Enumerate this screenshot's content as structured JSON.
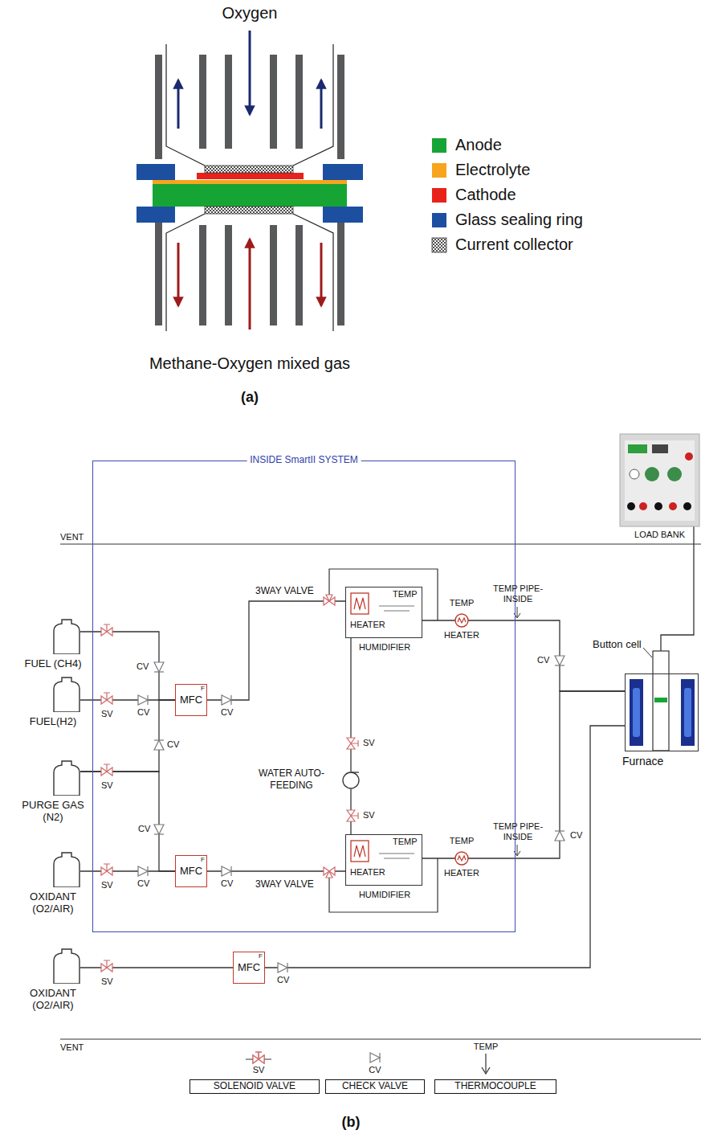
{
  "diagram": {
    "nodes": [
      {
        "text": [
          "INSIDE SmartII SYSTEM"
        ]
      },
      {
        "text": [
          "FUEL (CH4)"
        ]
      },
      {
        "text": [
          "FUEL(H2)"
        ]
      },
      {
        "text": [
          "PURGE GAS (N2)"
        ]
      },
      {
        "text": [
          "OXIDANT (O2/AIR)"
        ]
      },
      {
        "text": [
          "OXIDANT (O2/AIR)"
        ]
      },
      {
        "text": [
          "MFC",
          "F"
        ],
        "in": 0
      },
      {
        "text": [
          "MFC",
          "F"
        ],
        "in": 0
      },
      {
        "text": [
          "MFC",
          "F"
        ]
      },
      {
        "text": [
          "TEMP",
          "HEATER",
          "HUMIDIFIER"
        ],
        "in": 0
      },
      {
        "text": [
          "TEMP",
          "HEATER",
          "HUMIDIFIER"
        ],
        "in": 0
      },
      {
        "text": [
          "WATER AUTO-FEEDING"
        ],
        "in": 0
      },
      {
        "text": [
          "LOAD BANK"
        ]
      },
      {
        "text": [
          "Button cell",
          "Furnace"
        ]
      }
    ],
    "edges": [
      {
        "from": 1,
        "to": 6,
        "arrow": "none"
      },
      {
        "from": 2,
        "to": 6,
        "arrow": "none"
      },
      {
        "from": 3,
        "to": 6,
        "arrow": "none"
      },
      {
        "from": 3,
        "to": 7,
        "arrow": "none"
      },
      {
        "from": 4,
        "to": 7,
        "arrow": "none"
      },
      {
        "from": 5,
        "to": 8,
        "arrow": "none"
      },
      {
        "from": 6,
        "to": 9,
        "arrow": "none"
      },
      {
        "from": 7,
        "to": 10,
        "arrow": "none"
      },
      {
        "from": 11,
        "to": 9,
        "arrow": "none"
      },
      {
        "from": 11,
        "to": 10,
        "arrow": "none"
      },
      {
        "from": 9,
        "to": 13,
        "arrow": "none"
      },
      {
        "from": 10,
        "to": 13,
        "arrow": "none"
      },
      {
        "from": 8,
        "to": 13,
        "arrow": "none"
      },
      {
        "from": 12,
        "to": 13,
        "arrow": "none"
      }
    ],
    "labels": [
      "Oxygen",
      "Methane-Oxygen mixed gas",
      "(a)",
      "VENT",
      "3WAY VALVE",
      "TEMP",
      "TEMP PIPE-INSIDE",
      "HEATER",
      "CV",
      "SV",
      "CV",
      "CV",
      "CV",
      "SV",
      "CV",
      "SV",
      "CV",
      "SV",
      "TEMP",
      "TEMP PIPE-INSIDE",
      "CV",
      "HEATER",
      "SV",
      "CV",
      "CV",
      "3WAY VALVE",
      "SV",
      "CV",
      "VENT",
      "SV",
      "CV",
      "TEMP",
      "(b)"
    ],
    "legend": [
      {
        "text": "Anode",
        "color": "#16a534"
      },
      {
        "text": "Electrolyte",
        "color": "#f7a51d"
      },
      {
        "text": "Cathode",
        "color": "#e8221b"
      },
      {
        "text": "Glass sealing ring",
        "color": "#1c4fa0"
      },
      {
        "text": "Current collector"
      },
      {
        "text": "SOLENOID VALVE"
      },
      {
        "text": "CHECK VALVE"
      },
      {
        "text": "THERMOCOUPLE"
      }
    ]
  }
}
